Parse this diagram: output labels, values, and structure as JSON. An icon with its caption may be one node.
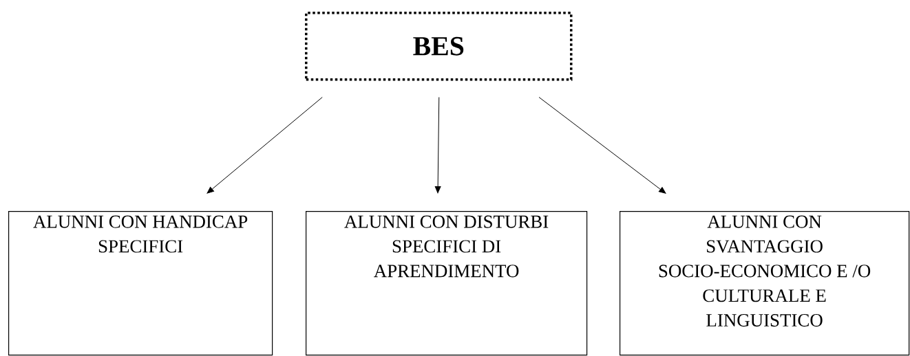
{
  "diagram": {
    "nodes": [
      {
        "text": [
          "BES"
        ]
      },
      {
        "text": [
          "ALUNNI CON HANDICAP SPECIFICI"
        ]
      },
      {
        "text": [
          "ALUNNI CON DISTURBI SPECIFICI DI APRENDIMENTO"
        ]
      },
      {
        "text": [
          "ALUNNI CON SVANTAGGIO SOCIO-ECONOMICO E /O CULTURALE E LINGUISTICO"
        ]
      }
    ],
    "edges": [
      {
        "from": 0,
        "to": 1,
        "arrow": "to"
      },
      {
        "from": 0,
        "to": 2,
        "arrow": "to"
      },
      {
        "from": 0,
        "to": 3,
        "arrow": "to"
      }
    ]
  }
}
